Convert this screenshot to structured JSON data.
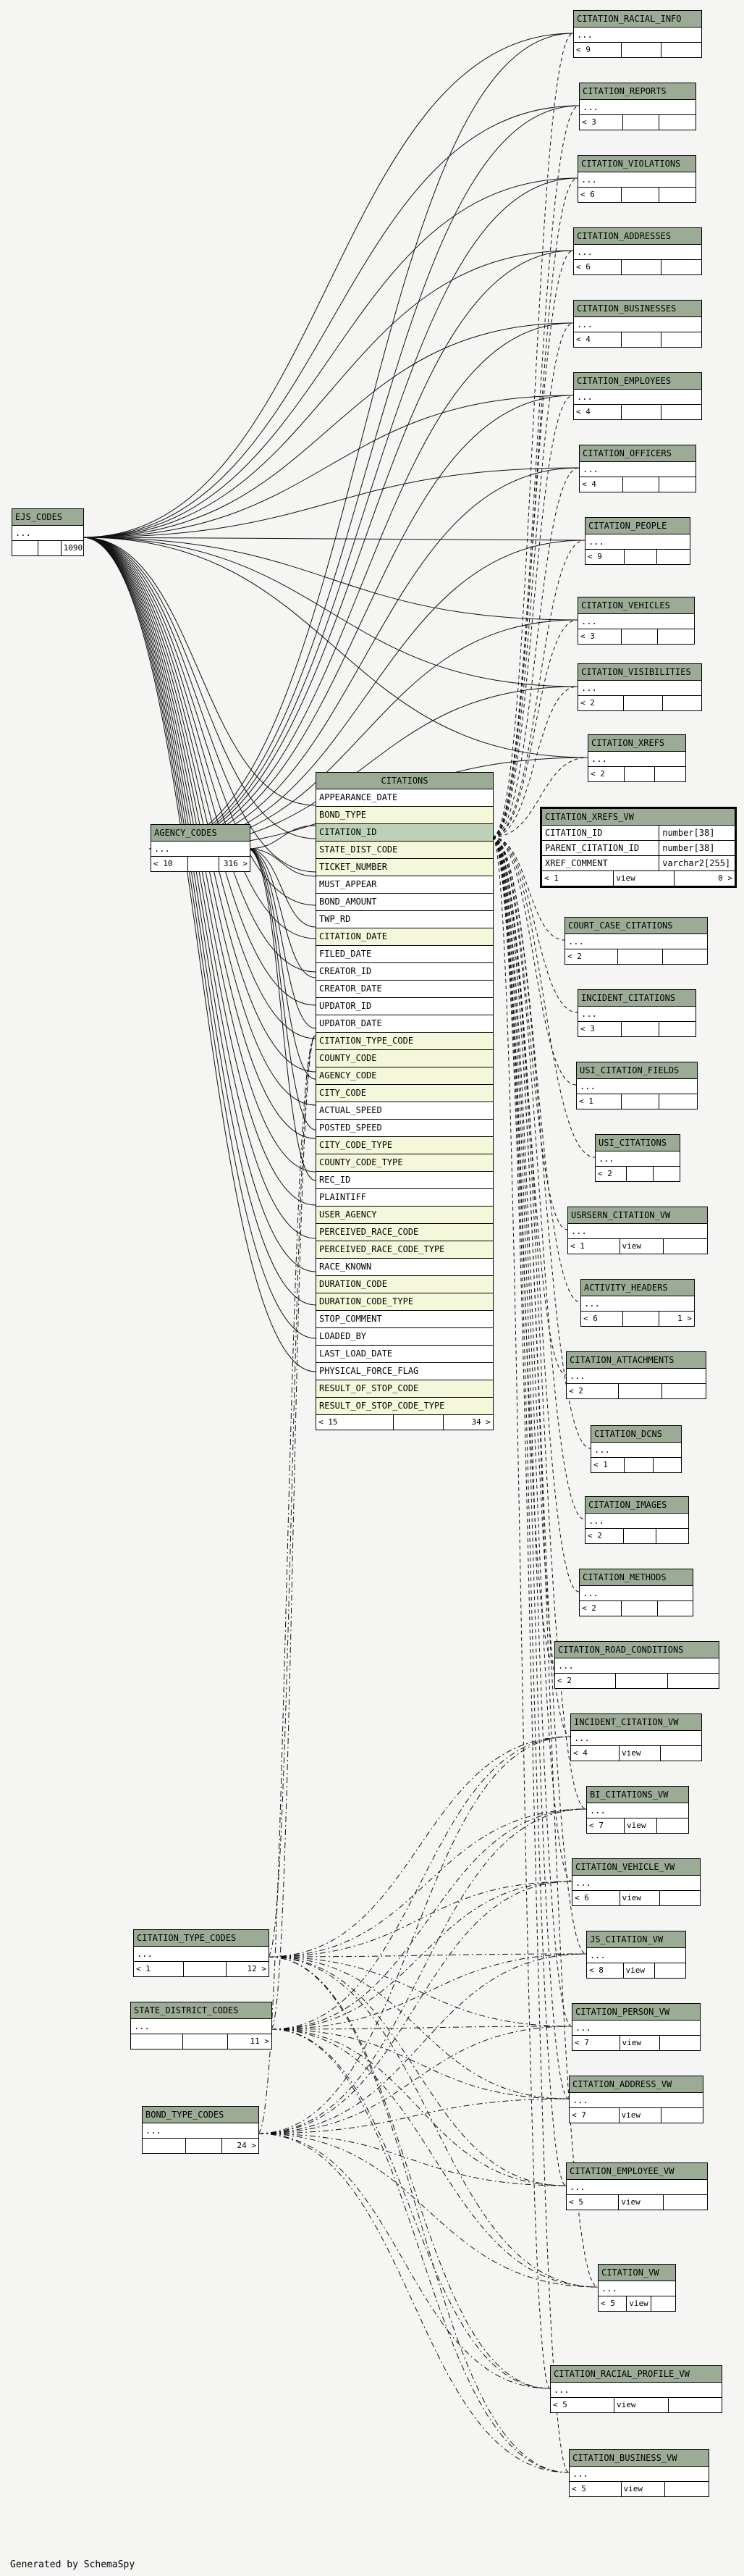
{
  "footer": "Generated by SchemaSpy",
  "tables": {
    "citation_racial_info": {
      "name": "CITATION_RACIAL_INFO",
      "rows": [
        "..."
      ],
      "count": "< 9"
    },
    "citation_reports": {
      "name": "CITATION_REPORTS",
      "rows": [
        "..."
      ],
      "count": "< 3"
    },
    "citation_violations": {
      "name": "CITATION_VIOLATIONS",
      "rows": [
        "..."
      ],
      "count": "< 6"
    },
    "citation_addresses": {
      "name": "CITATION_ADDRESSES",
      "rows": [
        "..."
      ],
      "count": "< 6"
    },
    "citation_businesses": {
      "name": "CITATION_BUSINESSES",
      "rows": [
        "..."
      ],
      "count": "< 4"
    },
    "citation_employees": {
      "name": "CITATION_EMPLOYEES",
      "rows": [
        "..."
      ],
      "count": "< 4"
    },
    "citation_officers": {
      "name": "CITATION_OFFICERS",
      "rows": [
        "..."
      ],
      "count": "< 4"
    },
    "citation_people": {
      "name": "CITATION_PEOPLE",
      "rows": [
        "..."
      ],
      "count": "< 9"
    },
    "citation_vehicles": {
      "name": "CITATION_VEHICLES",
      "rows": [
        "..."
      ],
      "count": "< 3"
    },
    "citation_visibilities": {
      "name": "CITATION_VISIBILITIES",
      "rows": [
        "..."
      ],
      "count": "< 2"
    },
    "citation_xrefs": {
      "name": "CITATION_XREFS",
      "rows": [
        "..."
      ],
      "count": "< 2"
    },
    "ejs_codes": {
      "name": "EJS_CODES",
      "rows": [
        "..."
      ],
      "count": "",
      "count_right": "1090 >"
    },
    "agency_codes": {
      "name": "AGENCY_CODES",
      "rows": [
        "..."
      ],
      "count": "< 10",
      "count_right": "316 >"
    },
    "court_case_citations": {
      "name": "COURT_CASE_CITATIONS",
      "rows": [
        "..."
      ],
      "count": "< 2"
    },
    "incident_citations": {
      "name": "INCIDENT_CITATIONS",
      "rows": [
        "..."
      ],
      "count": "< 3"
    },
    "usi_citation_fields": {
      "name": "USI_CITATION_FIELDS",
      "rows": [
        "..."
      ],
      "count": "< 1"
    },
    "usi_citations": {
      "name": "USI_CITATIONS",
      "rows": [
        "..."
      ],
      "count": "< 2"
    },
    "usrsern_citation_vw": {
      "name": "USRSERN_CITATION_VW",
      "rows": [
        "..."
      ],
      "count": "< 1",
      "view": "view"
    },
    "activity_headers": {
      "name": "ACTIVITY_HEADERS",
      "rows": [
        "..."
      ],
      "count": "< 6",
      "count_right": "1 >"
    },
    "citation_attachments": {
      "name": "CITATION_ATTACHMENTS",
      "rows": [
        "..."
      ],
      "count": "< 2"
    },
    "citation_dcns": {
      "name": "CITATION_DCNS",
      "rows": [
        "..."
      ],
      "count": "< 1"
    },
    "citation_images": {
      "name": "CITATION_IMAGES",
      "rows": [
        "..."
      ],
      "count": "< 2"
    },
    "citation_methods": {
      "name": "CITATION_METHODS",
      "rows": [
        "..."
      ],
      "count": "< 2"
    },
    "citation_road_conditions": {
      "name": "CITATION_ROAD_CONDITIONS",
      "rows": [
        "..."
      ],
      "count": "< 2"
    },
    "incident_citation_vw": {
      "name": "INCIDENT_CITATION_VW",
      "rows": [
        "..."
      ],
      "count": "< 4",
      "view": "view"
    },
    "bi_citations_vw": {
      "name": "BI_CITATIONS_VW",
      "rows": [
        "..."
      ],
      "count": "< 7",
      "view": "view"
    },
    "citation_vehicle_vw": {
      "name": "CITATION_VEHICLE_VW",
      "rows": [
        "..."
      ],
      "count": "< 6",
      "view": "view"
    },
    "js_citation_vw": {
      "name": "JS_CITATION_VW",
      "rows": [
        "..."
      ],
      "count": "< 8",
      "view": "view"
    },
    "citation_person_vw": {
      "name": "CITATION_PERSON_VW",
      "rows": [
        "..."
      ],
      "count": "< 7",
      "view": "view"
    },
    "citation_address_vw": {
      "name": "CITATION_ADDRESS_VW",
      "rows": [
        "..."
      ],
      "count": "< 7",
      "view": "view"
    },
    "citation_employee_vw": {
      "name": "CITATION_EMPLOYEE_VW",
      "rows": [
        "..."
      ],
      "count": "< 5",
      "view": "view"
    },
    "citation_vw": {
      "name": "CITATION_VW",
      "rows": [
        "..."
      ],
      "count": "< 5",
      "view": "view"
    },
    "citation_racial_profile_vw": {
      "name": "CITATION_RACIAL_PROFILE_VW",
      "rows": [
        "..."
      ],
      "count": "< 5",
      "view": "view"
    },
    "citation_business_vw": {
      "name": "CITATION_BUSINESS_VW",
      "rows": [
        "..."
      ],
      "count": "< 5",
      "view": "view"
    },
    "citation_type_codes": {
      "name": "CITATION_TYPE_CODES",
      "rows": [
        "..."
      ],
      "count": "< 1",
      "count_right": "12 >"
    },
    "state_district_codes": {
      "name": "STATE_DISTRICT_CODES",
      "rows": [
        "..."
      ],
      "count": "",
      "count_right": "11 >"
    },
    "bond_type_codes": {
      "name": "BOND_TYPE_CODES",
      "rows": [
        "..."
      ],
      "count": "",
      "count_right": "24 >"
    }
  },
  "citation_xrefs_vw": {
    "name": "CITATION_XREFS_VW",
    "columns": [
      {
        "name": "CITATION_ID",
        "type": "number[38]"
      },
      {
        "name": "PARENT_CITATION_ID",
        "type": "number[38]"
      },
      {
        "name": "XREF_COMMENT",
        "type": "varchar2[255]"
      }
    ],
    "count": "< 1",
    "view": "view",
    "count_right": "0 >"
  },
  "citations": {
    "name": "CITATIONS",
    "columns": [
      "APPEARANCE_DATE",
      "BOND_TYPE",
      "CITATION_ID",
      "STATE_DIST_CODE",
      "TICKET_NUMBER",
      "MUST_APPEAR",
      "BOND_AMOUNT",
      "TWP_RD",
      "CITATION_DATE",
      "FILED_DATE",
      "CREATOR_ID",
      "CREATOR_DATE",
      "UPDATOR_ID",
      "UPDATOR_DATE",
      "CITATION_TYPE_CODE",
      "COUNTY_CODE",
      "AGENCY_CODE",
      "CITY_CODE",
      "ACTUAL_SPEED",
      "POSTED_SPEED",
      "CITY_CODE_TYPE",
      "COUNTY_CODE_TYPE",
      "REC_ID",
      "PLAINTIFF",
      "USER_AGENCY",
      "PERCEIVED_RACE_CODE",
      "PERCEIVED_RACE_CODE_TYPE",
      "RACE_KNOWN",
      "DURATION_CODE",
      "DURATION_CODE_TYPE",
      "STOP_COMMENT",
      "LOADED_BY",
      "LAST_LOAD_DATE",
      "PHYSICAL_FORCE_FLAG",
      "RESULT_OF_STOP_CODE",
      "RESULT_OF_STOP_CODE_TYPE"
    ],
    "key_columns": [
      "BOND_TYPE",
      "STATE_DIST_CODE",
      "TICKET_NUMBER",
      "CITATION_DATE",
      "CITATION_TYPE_CODE",
      "COUNTY_CODE",
      "AGENCY_CODE",
      "CITY_CODE",
      "CITY_CODE_TYPE",
      "COUNTY_CODE_TYPE",
      "USER_AGENCY",
      "PERCEIVED_RACE_CODE",
      "PERCEIVED_RACE_CODE_TYPE",
      "DURATION_CODE",
      "DURATION_CODE_TYPE",
      "RESULT_OF_STOP_CODE",
      "RESULT_OF_STOP_CODE_TYPE"
    ],
    "pk_column": "CITATION_ID",
    "count": "< 15",
    "count_right": "34 >"
  },
  "colors": {
    "header": "#9bab96",
    "key_row": "#f4f7da",
    "pk_row": "#bed1b8",
    "background": "#f5f5f4"
  }
}
